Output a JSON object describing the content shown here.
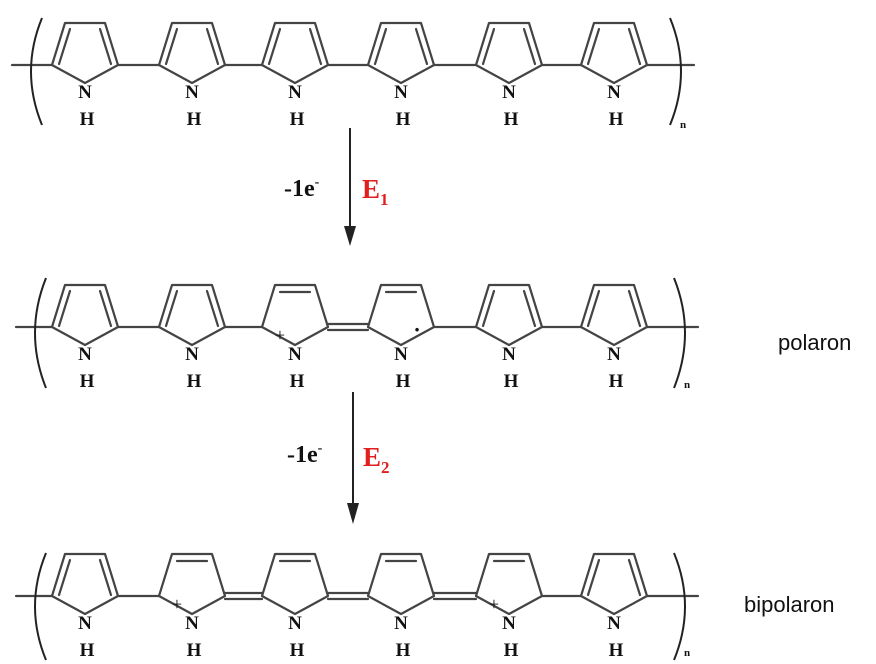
{
  "atoms": {
    "nitrogen": "N",
    "hydrogen": "H"
  },
  "repeat_subscript": "n",
  "charge_symbol": "+",
  "radical_symbol": "·",
  "step_1": {
    "oxidation": "-1e",
    "electron_superscript": "-",
    "potential": "E",
    "potential_subscript": "1"
  },
  "step_2": {
    "oxidation": "-1e",
    "electron_superscript": "-",
    "potential": "E",
    "potential_subscript": "2"
  },
  "structures": [
    {
      "label": "",
      "rings": [
        {
          "charge": false,
          "radical": false,
          "inner_double": "right"
        },
        {
          "charge": false,
          "radical": false,
          "inner_double": "right"
        },
        {
          "charge": false,
          "radical": false,
          "inner_double": "right"
        },
        {
          "charge": false,
          "radical": false,
          "inner_double": "right"
        },
        {
          "charge": false,
          "radical": false,
          "inner_double": "right"
        },
        {
          "charge": false,
          "radical": false,
          "inner_double": "right"
        }
      ],
      "links": [
        "single",
        "single",
        "single",
        "single",
        "single"
      ]
    },
    {
      "label": "polaron",
      "rings": [
        {
          "charge": false,
          "radical": false,
          "inner_double": "right"
        },
        {
          "charge": false,
          "radical": false,
          "inner_double": "right"
        },
        {
          "charge": true,
          "radical": false,
          "inner_double": "top"
        },
        {
          "charge": false,
          "radical": true,
          "inner_double": "top"
        },
        {
          "charge": false,
          "radical": false,
          "inner_double": "right"
        },
        {
          "charge": false,
          "radical": false,
          "inner_double": "right"
        }
      ],
      "links": [
        "single",
        "single",
        "double",
        "single",
        "single"
      ]
    },
    {
      "label": "bipolaron",
      "rings": [
        {
          "charge": false,
          "radical": false,
          "inner_double": "right"
        },
        {
          "charge": true,
          "radical": false,
          "inner_double": "top"
        },
        {
          "charge": false,
          "radical": false,
          "inner_double": "top"
        },
        {
          "charge": false,
          "radical": false,
          "inner_double": "top"
        },
        {
          "charge": true,
          "radical": false,
          "inner_double": "top"
        },
        {
          "charge": false,
          "radical": false,
          "inner_double": "right"
        }
      ],
      "links": [
        "single",
        "double",
        "double",
        "double",
        "single"
      ]
    }
  ]
}
